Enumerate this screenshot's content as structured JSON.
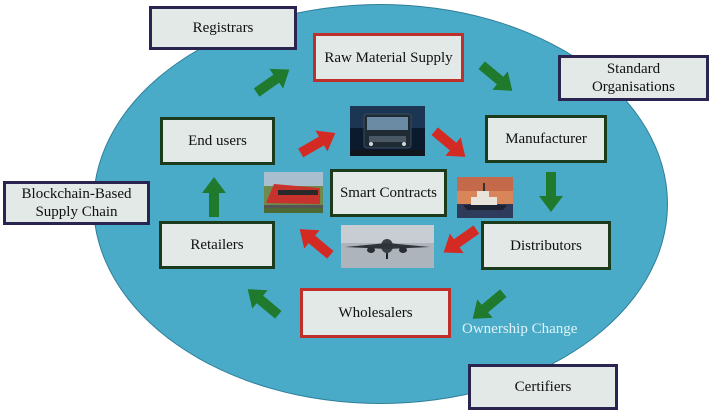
{
  "diagram": {
    "outer": {
      "registrars": "Registrars",
      "standard_organisations": "Standard\nOrganisations",
      "blockchain_supply_chain": "Blockchain-Based\nSupply Chain",
      "certifiers": "Certifiers"
    },
    "cycle": {
      "raw_material_supply": "Raw Material Supply",
      "manufacturer": "Manufacturer",
      "distributors": "Distributors",
      "wholesalers": "Wholesalers",
      "retailers": "Retailers",
      "end_users": "End users"
    },
    "center": "Smart Contracts",
    "ownership_change": "Ownership Change",
    "images": [
      "truck-image",
      "ship-image",
      "airplane-image",
      "train-image"
    ],
    "colors": {
      "ellipse": "#4aabc9",
      "green_arrow": "#1f7a2e",
      "red_arrow": "#d42a24",
      "box_fill": "#e3e9e6"
    }
  }
}
